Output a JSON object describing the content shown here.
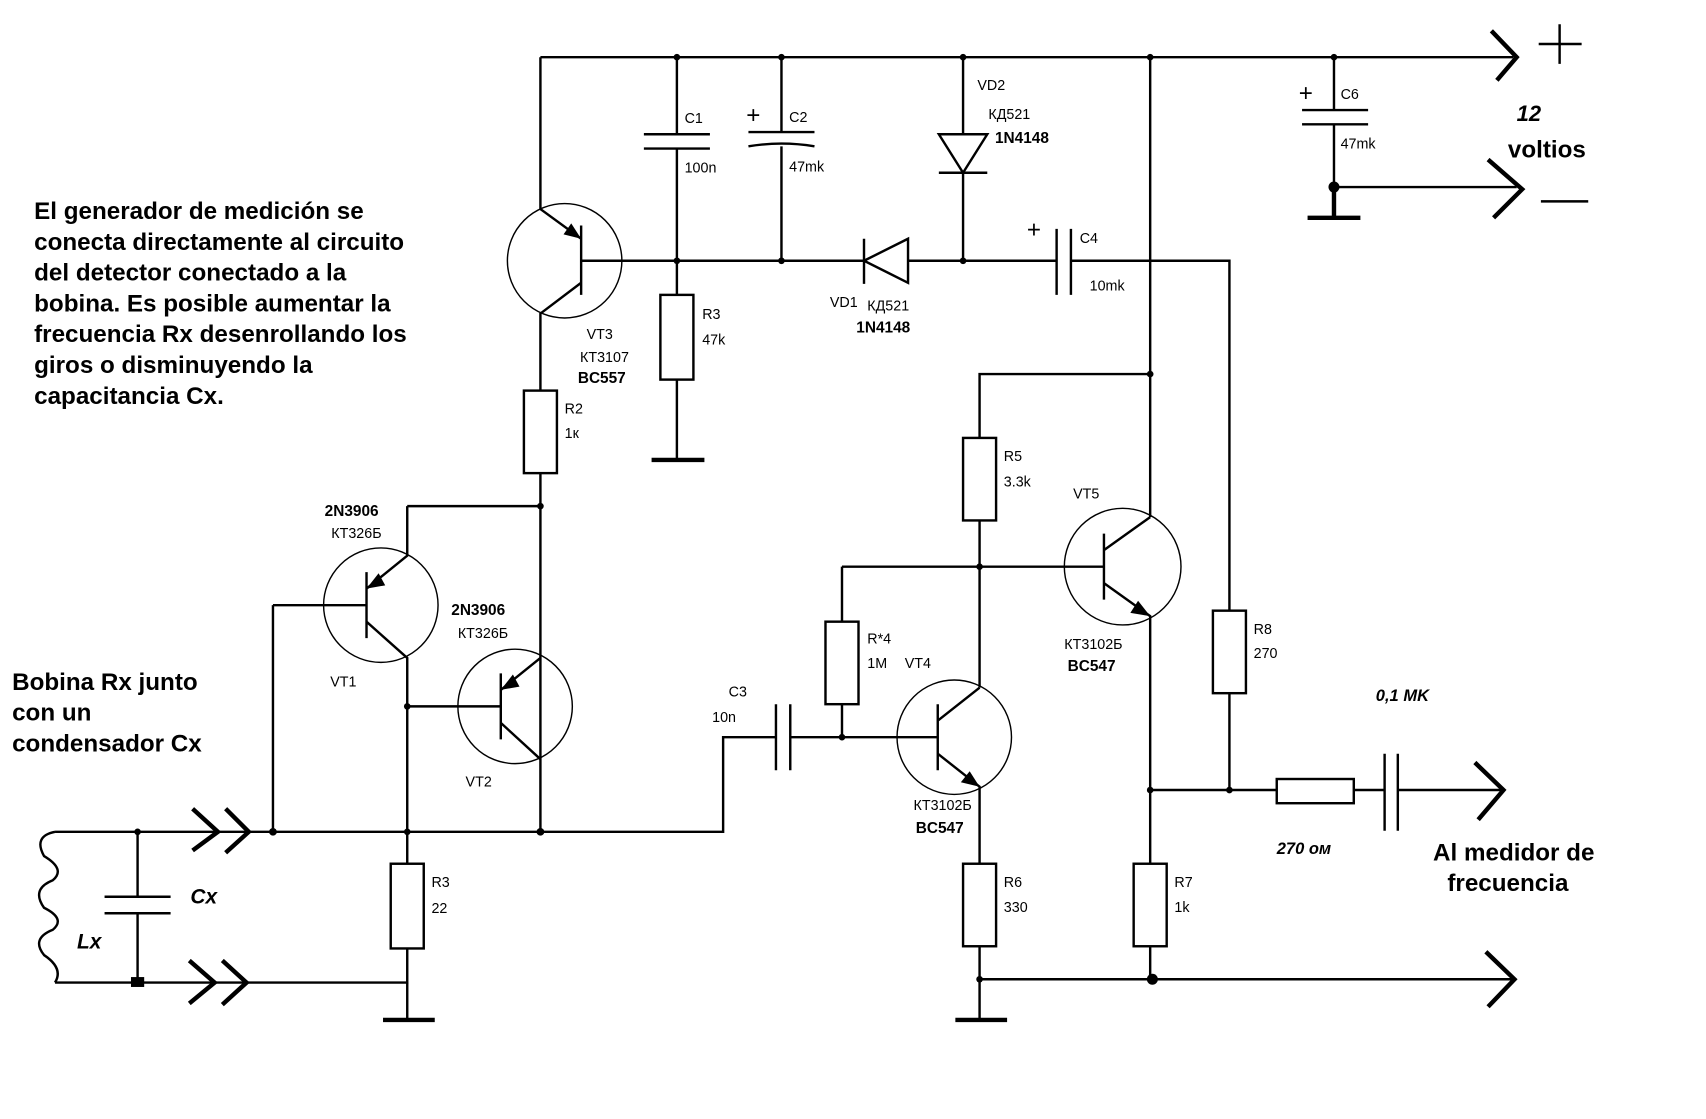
{
  "description_lines": [
    "El generador de medición se",
    "conecta directamente al circuito",
    "del detector conectado a la",
    "bobina. Es posible aumentar la",
    "frecuencia Rx desenrollando los",
    "giros o disminuyendo la",
    "capacitancia Cx."
  ],
  "coil_note_lines": [
    "Bobina Rx junto",
    "con un",
    "condensador Cx"
  ],
  "supply": {
    "plus": "+",
    "minus": "—",
    "voltage": "12",
    "unit": "voltios"
  },
  "output": {
    "label_lines": [
      "Al medidor de",
      "frecuencia"
    ],
    "cap_value": "0,1 MK",
    "res_value": "270 ом"
  },
  "components": {
    "C1": {
      "name": "C1",
      "value": "100n"
    },
    "C2": {
      "name": "C2",
      "value": "47mk",
      "polarity": "+"
    },
    "C3": {
      "name": "C3",
      "value": "10n"
    },
    "C4": {
      "name": "C4",
      "value": "10mk",
      "polarity": "+"
    },
    "C6": {
      "name": "C6",
      "value": "47mk",
      "polarity": "+"
    },
    "R2": {
      "name": "R2",
      "value": "1к"
    },
    "R3a": {
      "name": "R3",
      "value": "47k"
    },
    "R3b": {
      "name": "R3",
      "value": "22"
    },
    "R4": {
      "name": "R*4",
      "value": "1M"
    },
    "R5": {
      "name": "R5",
      "value": "3.3k"
    },
    "R6": {
      "name": "R6",
      "value": "330"
    },
    "R7": {
      "name": "R7",
      "value": "1k"
    },
    "R8": {
      "name": "R8",
      "value": "270"
    },
    "VD1": {
      "name": "VD1",
      "type": "КД521",
      "alt": "1N4148"
    },
    "VD2": {
      "name": "VD2",
      "type": "КД521",
      "alt": "1N4148"
    },
    "VT1": {
      "name": "VT1",
      "type": "КТ326Б",
      "alt": "2N3906"
    },
    "VT2": {
      "name": "VT2",
      "type": "КТ326Б",
      "alt": "2N3906"
    },
    "VT3": {
      "name": "VT3",
      "type": "КТ3107",
      "alt": "BC557"
    },
    "VT4": {
      "name": "VT4",
      "type": "КТ3102Б",
      "alt": "BC547"
    },
    "VT5": {
      "name": "VT5",
      "type": "КТ3102Б",
      "alt": "BC547"
    },
    "Cx": {
      "name": "Cx"
    },
    "Lx": {
      "name": "Lx"
    }
  }
}
